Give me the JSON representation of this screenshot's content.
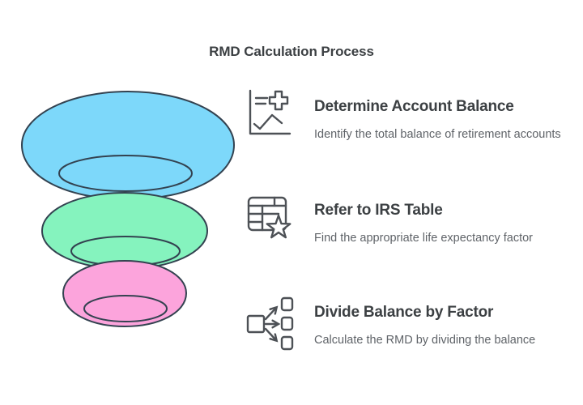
{
  "title": "RMD Calculation Process",
  "funnel": {
    "outline_color": "#334250",
    "levels": [
      {
        "position": "top",
        "color": "#7dd8fa"
      },
      {
        "position": "middle",
        "color": "#85f3be"
      },
      {
        "position": "bottom",
        "color": "#fca4dc"
      }
    ]
  },
  "steps": [
    {
      "heading": "Determine Account Balance",
      "description": "Identify the total balance of retirement accounts",
      "icon": "chart-plus-icon"
    },
    {
      "heading": "Refer to IRS Table",
      "description": "Find the appropriate life expectancy factor",
      "icon": "table-star-icon"
    },
    {
      "heading": "Divide Balance by Factor",
      "description": "Calculate the RMD by dividing the balance",
      "icon": "distribute-arrows-icon"
    }
  ],
  "colors": {
    "background": "#ffffff",
    "heading_text": "#3c4043",
    "body_text": "#5f6368",
    "icon": "#4d5156"
  }
}
